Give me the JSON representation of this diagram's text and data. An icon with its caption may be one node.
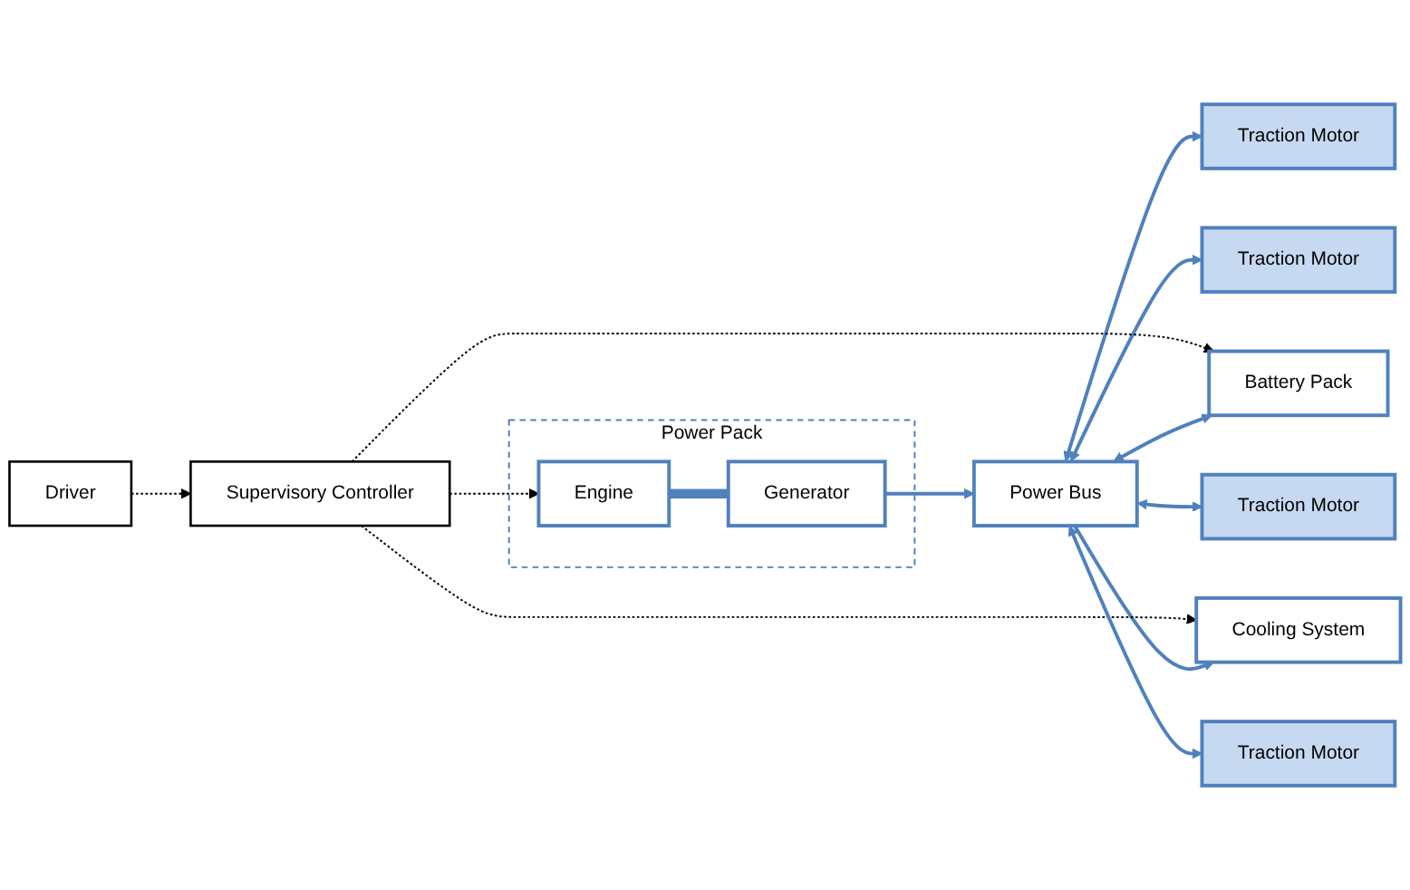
{
  "diagram": {
    "nodes": [
      {
        "text": [
          "Traction Motor"
        ]
      },
      {
        "text": [
          "Traction Motor"
        ]
      },
      {
        "text": [
          "Power Pack"
        ]
      },
      {
        "text": [
          "Engine"
        ],
        "in": 2
      },
      {
        "text": [
          "Generator"
        ],
        "in": 2
      },
      {
        "text": [
          "Power Bus"
        ]
      },
      {
        "text": [
          "Battery Pack"
        ]
      },
      {
        "text": [
          "Cooling System"
        ]
      },
      {
        "text": [
          "Driver"
        ]
      },
      {
        "text": [
          "Supervisory Controller"
        ]
      },
      {
        "text": [
          "Traction Motor"
        ]
      },
      {
        "text": [
          "Traction Motor"
        ]
      }
    ],
    "edges": [
      {
        "from": 5,
        "to": 0,
        "arrow": "both"
      },
      {
        "from": 5,
        "to": 1,
        "arrow": "both"
      },
      {
        "from": 3,
        "to": 4,
        "arrow": "none",
        "style": "thick"
      },
      {
        "from": 4,
        "to": 5,
        "arrow": "to"
      },
      {
        "from": 5,
        "to": 6,
        "arrow": "both"
      },
      {
        "from": 5,
        "to": 7,
        "arrow": "to"
      },
      {
        "from": 8,
        "to": 9,
        "arrow": "to",
        "style": "dashed",
        "color": "#000000"
      },
      {
        "from": 9,
        "to": 3,
        "arrow": "to",
        "style": "dashed",
        "color": "#000000"
      },
      {
        "from": 9,
        "to": 6,
        "arrow": "to",
        "style": "dashed",
        "color": "#000000"
      },
      {
        "from": 9,
        "to": 7,
        "arrow": "to",
        "style": "dashed",
        "color": "#000000"
      },
      {
        "from": 5,
        "to": 10,
        "arrow": "both"
      },
      {
        "from": 5,
        "to": 11,
        "arrow": "both"
      }
    ]
  }
}
